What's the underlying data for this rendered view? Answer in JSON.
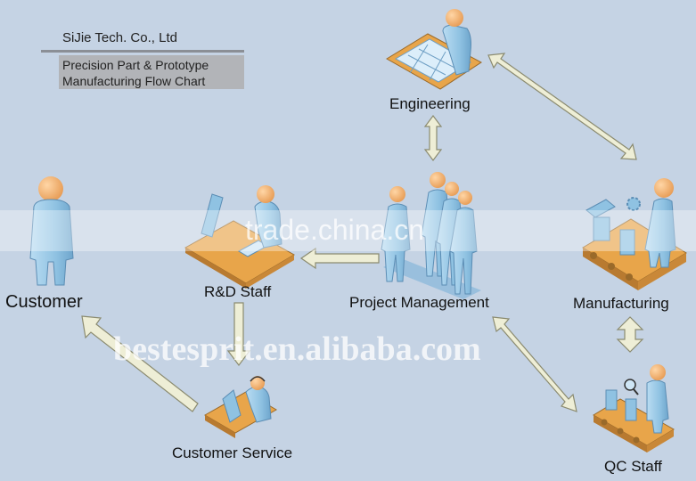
{
  "title": {
    "company": "SiJie Tech. Co., Ltd",
    "subtitle_line1": "Precision Part & Prototype",
    "subtitle_line2": "Manufacturing Flow Chart"
  },
  "nodes": {
    "engineering": "Engineering",
    "customer": "Customer",
    "rd_staff": "R&D Staff",
    "project_management": "Project Management",
    "manufacturing": "Manufacturing",
    "customer_service": "Customer Service",
    "qc_staff": "QC Staff"
  },
  "watermarks": {
    "top": "trade.china.cn",
    "bottom": "bestesprit.en.alibaba.com"
  },
  "colors": {
    "background": "#c5d3e4",
    "figure": "#8fc2e2",
    "head": "#f2b373",
    "desk": "#e8a54a",
    "arrow_fill": "#eeeed6",
    "arrow_stroke": "#8b8b70"
  }
}
